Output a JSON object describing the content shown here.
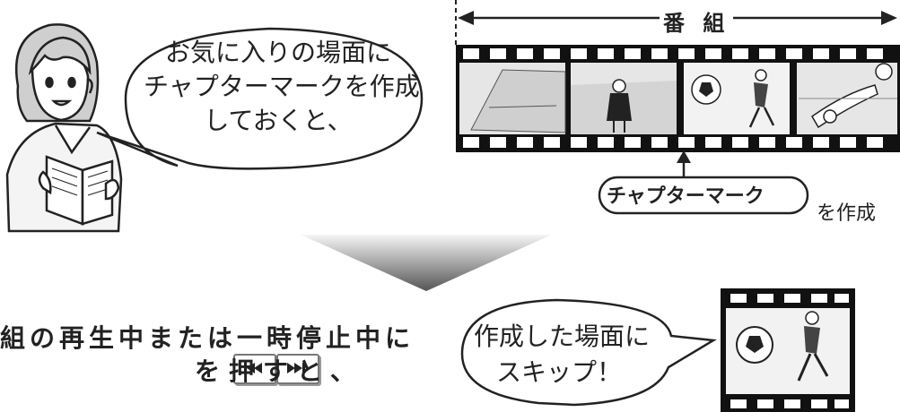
{
  "speech_bubble_1": {
    "lines": [
      "お気に入りの場面に",
      "チャプターマークを作成",
      "しておくと、"
    ]
  },
  "program_label": "番 組",
  "chapter_mark": {
    "label": "チャプターマーク",
    "suffix": "を作成"
  },
  "instruction": {
    "line1": "組の再生中または一時停止中に",
    "line2": "を押すと、",
    "buttons": [
      {
        "icon": "skip-back-icon"
      },
      {
        "icon": "skip-forward-icon"
      }
    ]
  },
  "speech_bubble_2": {
    "lines": [
      "作成した場面に",
      "スキップ！"
    ]
  },
  "colors": {
    "film": "#111111",
    "frame_bg": "#e8e8e8",
    "arrow_gray": "#666666"
  }
}
